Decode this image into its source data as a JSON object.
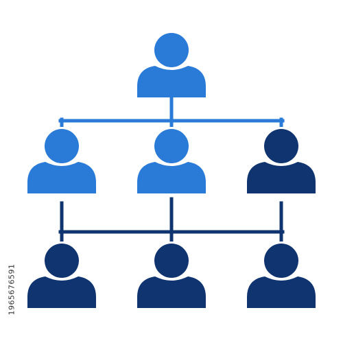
{
  "diagram": {
    "type": "organization-hierarchy-icon",
    "levels": [
      {
        "level": 1,
        "people": [
          {
            "id": "manager",
            "role_icon": "person-icon",
            "color": "#2a7bd8"
          }
        ]
      },
      {
        "level": 2,
        "people": [
          {
            "id": "lead-left",
            "role_icon": "person-icon",
            "color": "#2a7bd8"
          },
          {
            "id": "lead-center",
            "role_icon": "person-icon",
            "color": "#2a7bd8"
          },
          {
            "id": "lead-right",
            "role_icon": "person-icon",
            "color": "#0f3470"
          }
        ]
      },
      {
        "level": 3,
        "people": [
          {
            "id": "member-left",
            "role_icon": "person-icon",
            "color": "#0f3470"
          },
          {
            "id": "member-center",
            "role_icon": "person-icon",
            "color": "#0f3470"
          },
          {
            "id": "member-right",
            "role_icon": "person-icon",
            "color": "#0f3470"
          }
        ]
      }
    ],
    "connector_colors": {
      "upper": "#2a7bd8",
      "lower": "#0f3470"
    }
  },
  "watermark": {
    "id_text": "1965676591"
  }
}
